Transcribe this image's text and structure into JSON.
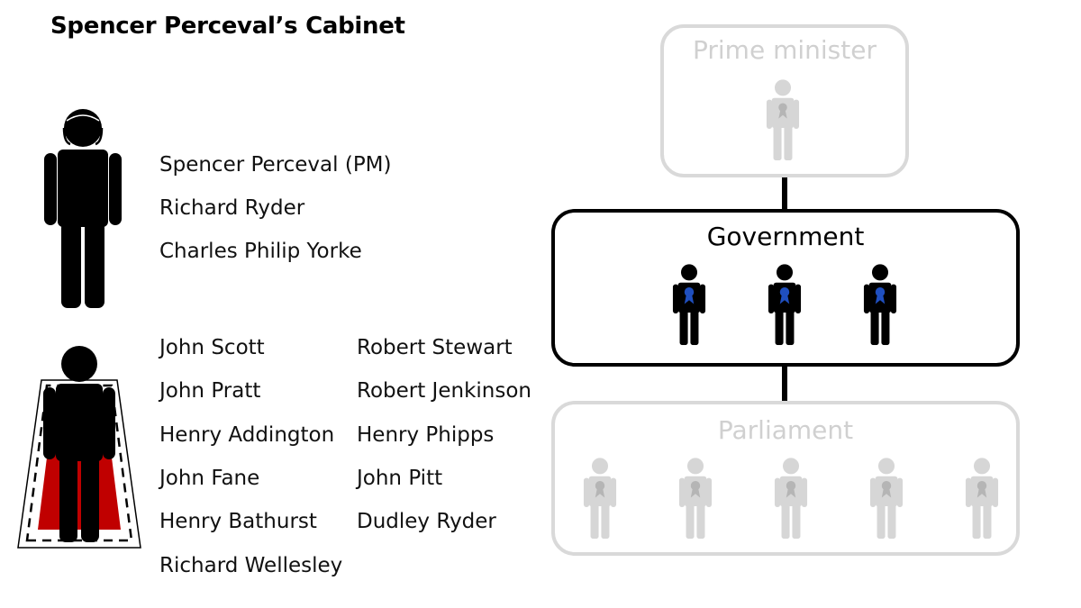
{
  "title": "Spencer Perceval’s Cabinet",
  "commons_members": [
    "Spencer Perceval (PM)",
    "Richard Ryder",
    "Charles Philip Yorke"
  ],
  "lords_members_col1": [
    "John Scott",
    "John Pratt",
    "Henry Addington",
    "John Fane",
    "Henry Bathurst",
    "Richard Wellesley"
  ],
  "lords_members_col2": [
    "Robert Stewart",
    "Robert Jenkinson",
    "Henry Phipps",
    "John Pitt",
    "Dudley Ryder"
  ],
  "diagram": {
    "prime_minister_label": "Prime minister",
    "government_label": "Government",
    "parliament_label": "Parliament",
    "government_figure_count": 3,
    "parliament_figure_count": 5
  },
  "colors": {
    "active": "#000000",
    "faded": "#d9d9d9",
    "rosette": "#1f4fbf",
    "robe": "#c00000"
  }
}
